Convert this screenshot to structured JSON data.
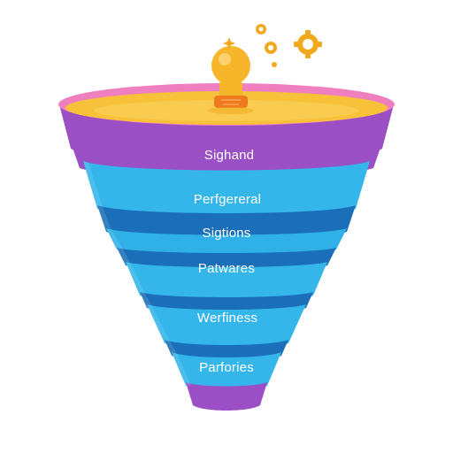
{
  "diagram": {
    "type": "funnel",
    "stages": [
      {
        "label": "Sighand",
        "color": "#9b4fc4"
      },
      {
        "label": "Perfgereral",
        "color": "#2fb1e8"
      },
      {
        "label": "Sigtions",
        "color": "#1b6fb8"
      },
      {
        "label": "Patwares",
        "color": "#2fb1e8"
      },
      {
        "label": "Werfiness",
        "color": "#2fb1e8"
      },
      {
        "label": "Parfories",
        "color": "#2fb1e8"
      }
    ],
    "colors": {
      "top_surface": "#f7c23a",
      "rim": "#ef7fbf",
      "purple": "#9b4fc4",
      "cyan": "#34b6ea",
      "dark_blue": "#1b6fb8",
      "bulb": "#f7b52a",
      "bulb_base": "#f07a1e",
      "gear": "#f2a81d"
    },
    "icons": [
      "lightbulb-icon",
      "gear-icon"
    ]
  }
}
